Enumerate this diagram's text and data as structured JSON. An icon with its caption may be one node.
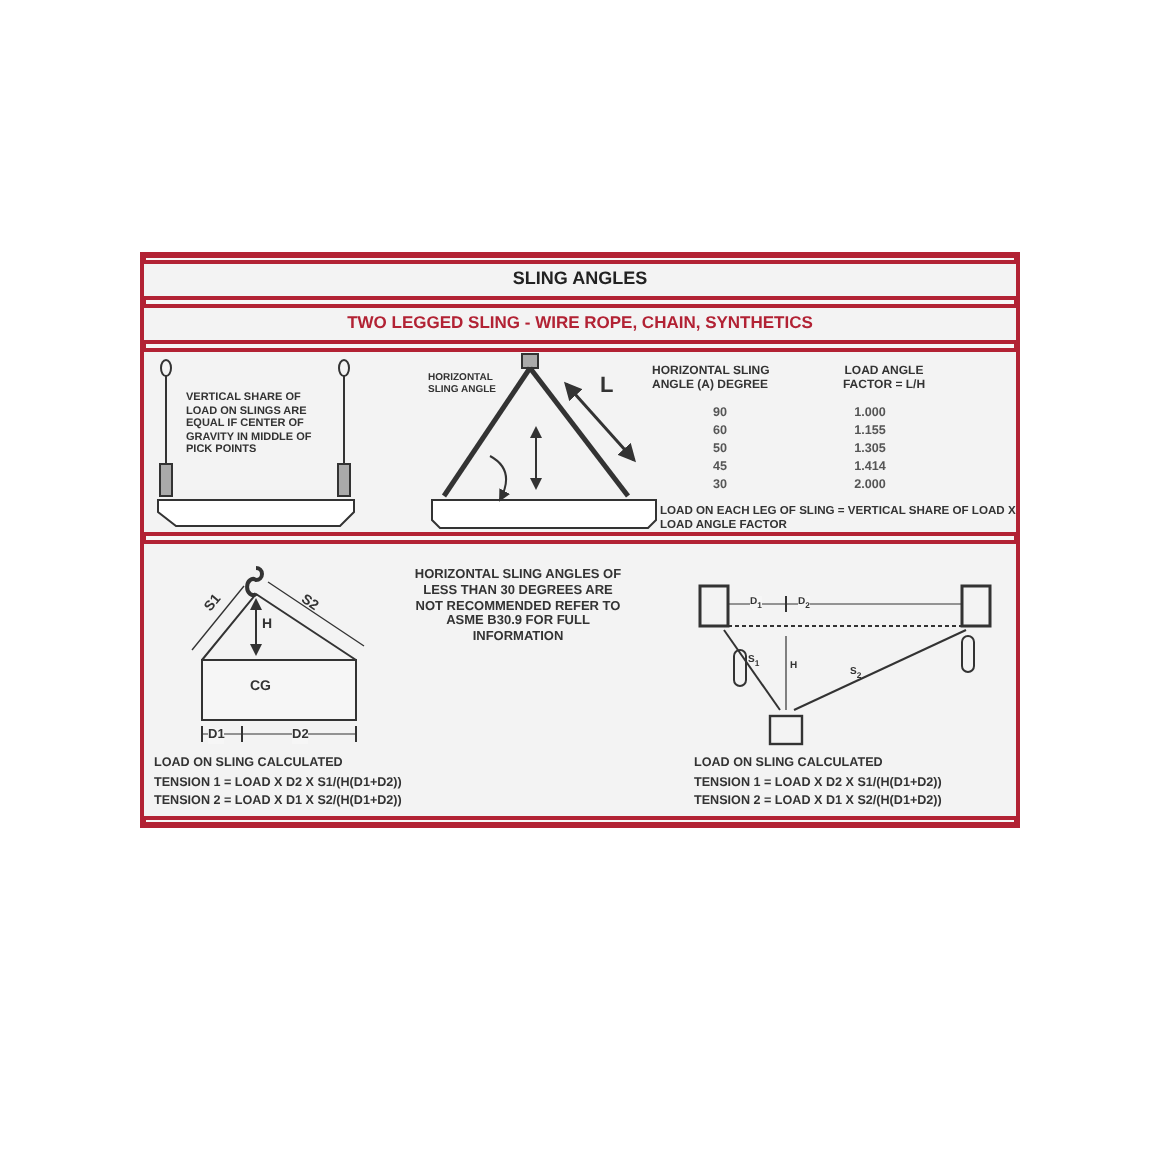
{
  "diagram": {
    "title": "SLING ANGLES",
    "labels": [
      "TWO LEGGED SLING - WIRE ROPE, CHAIN, SYNTHETICS",
      "VERTICAL SHARE OF LOAD ON SLINGS ARE EQUAL IF CENTER OF GRAVITY IN MIDDLE OF PICK POINTS",
      "HORIZONTAL SLING ANGLE",
      "L",
      "HORIZONTAL SLING ANGLE (A) DEGREE",
      "LOAD ANGLE FACTOR = L/H",
      "90",
      "1.000",
      "60",
      "1.155",
      "50",
      "1.305",
      "45",
      "1.414",
      "30",
      "2.000",
      "LOAD ON EACH LEG OF SLING = VERTICAL SHARE OF LOAD X LOAD ANGLE FACTOR",
      "S1",
      "S2",
      "H",
      "CG",
      "D1",
      "D2",
      "HORIZONTAL SLING ANGLES OF LESS THAN 30 DEGREES ARE NOT RECOMMENDED REFER TO ASME B30.9 FOR FULL INFORMATION",
      "LOAD ON SLING CALCULATED",
      "TENSION 1 = LOAD X D2 X S1/(H(D1+D2))",
      "TENSION 2 = LOAD X D1 X S2/(H(D1+D2))",
      "D$_{1}$",
      "D$_{2}$",
      "S$_{1}$",
      "H",
      "S$_{2}$",
      "LOAD ON SLING CALCULATED",
      "TENSION 1 = LOAD X D2 X S1/(H(D1+D2))",
      "TENSION 2 = LOAD X D1 X S2/(H(D1+D2))"
    ]
  }
}
